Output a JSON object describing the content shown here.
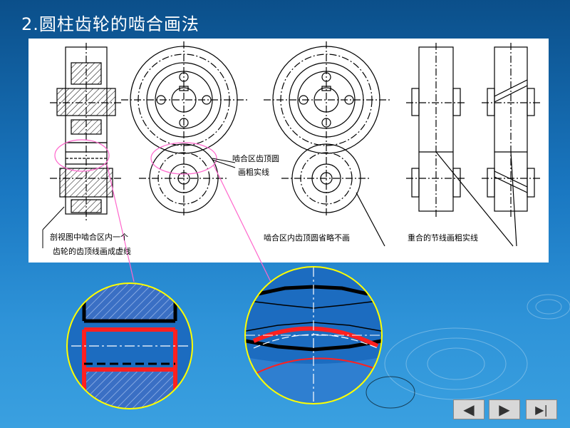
{
  "slide": {
    "title": "2.圆柱齿轮的啮合画法"
  },
  "labels": {
    "meshing_zone_tip": "啮合区齿顶圆",
    "meshing_zone_tip2": "画粗实线",
    "section_view_1": "剖视图中啮合区内一个",
    "section_view_2": "齿轮的齿顶线画成虚线",
    "tip_omitted": "啮合区内齿顶圆省略不画",
    "pitch_line": "重合的节线画粗实线"
  },
  "nav": {
    "prev": "◀",
    "next": "▶",
    "last": "▶|"
  },
  "colors": {
    "zoom_circle": "#ffff00",
    "callout": "#ff66cc",
    "thick_red": "#ff2020",
    "hatch_fill": "#4a78c8"
  }
}
